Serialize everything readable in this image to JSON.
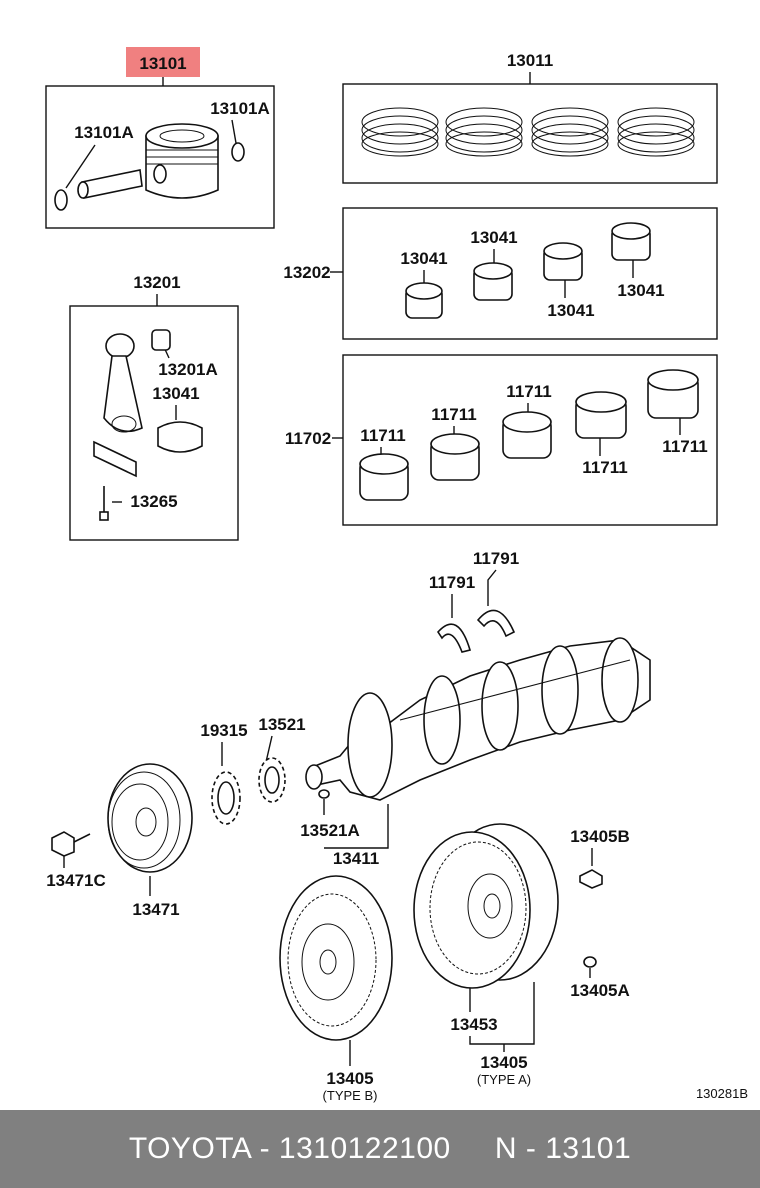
{
  "highlight": {
    "part": "13101",
    "color": "#f08080"
  },
  "labels": {
    "p13101": "13101",
    "p13011": "13011",
    "p13101a_left": "13101A",
    "p13101a_right": "13101A",
    "p13201": "13201",
    "p13202": "13202",
    "p13201a": "13201A",
    "p13041_rod": "13041",
    "p13265": "13265",
    "p13041_a": "13041",
    "p13041_b": "13041",
    "p13041_c": "13041",
    "p13041_d": "13041",
    "p11702": "11702",
    "p11711_a": "11711",
    "p11711_b": "11711",
    "p11711_c": "11711",
    "p11711_d": "11711",
    "p11711_e": "11711",
    "p11791_a": "11791",
    "p11791_b": "11791",
    "p19315": "19315",
    "p13521": "13521",
    "p13521a": "13521A",
    "p13411": "13411",
    "p13471c": "13471C",
    "p13471": "13471",
    "p13405b": "13405B",
    "p13405a": "13405A",
    "p13453": "13453",
    "p13405_b": "13405",
    "type_b": "(TYPE B)",
    "p13405_a": "13405",
    "type_a": "(TYPE A)",
    "diagram_code": "130281B"
  },
  "footer": {
    "text": "TOYOTA - 1310122100     N - 13101",
    "background": "#808080"
  }
}
